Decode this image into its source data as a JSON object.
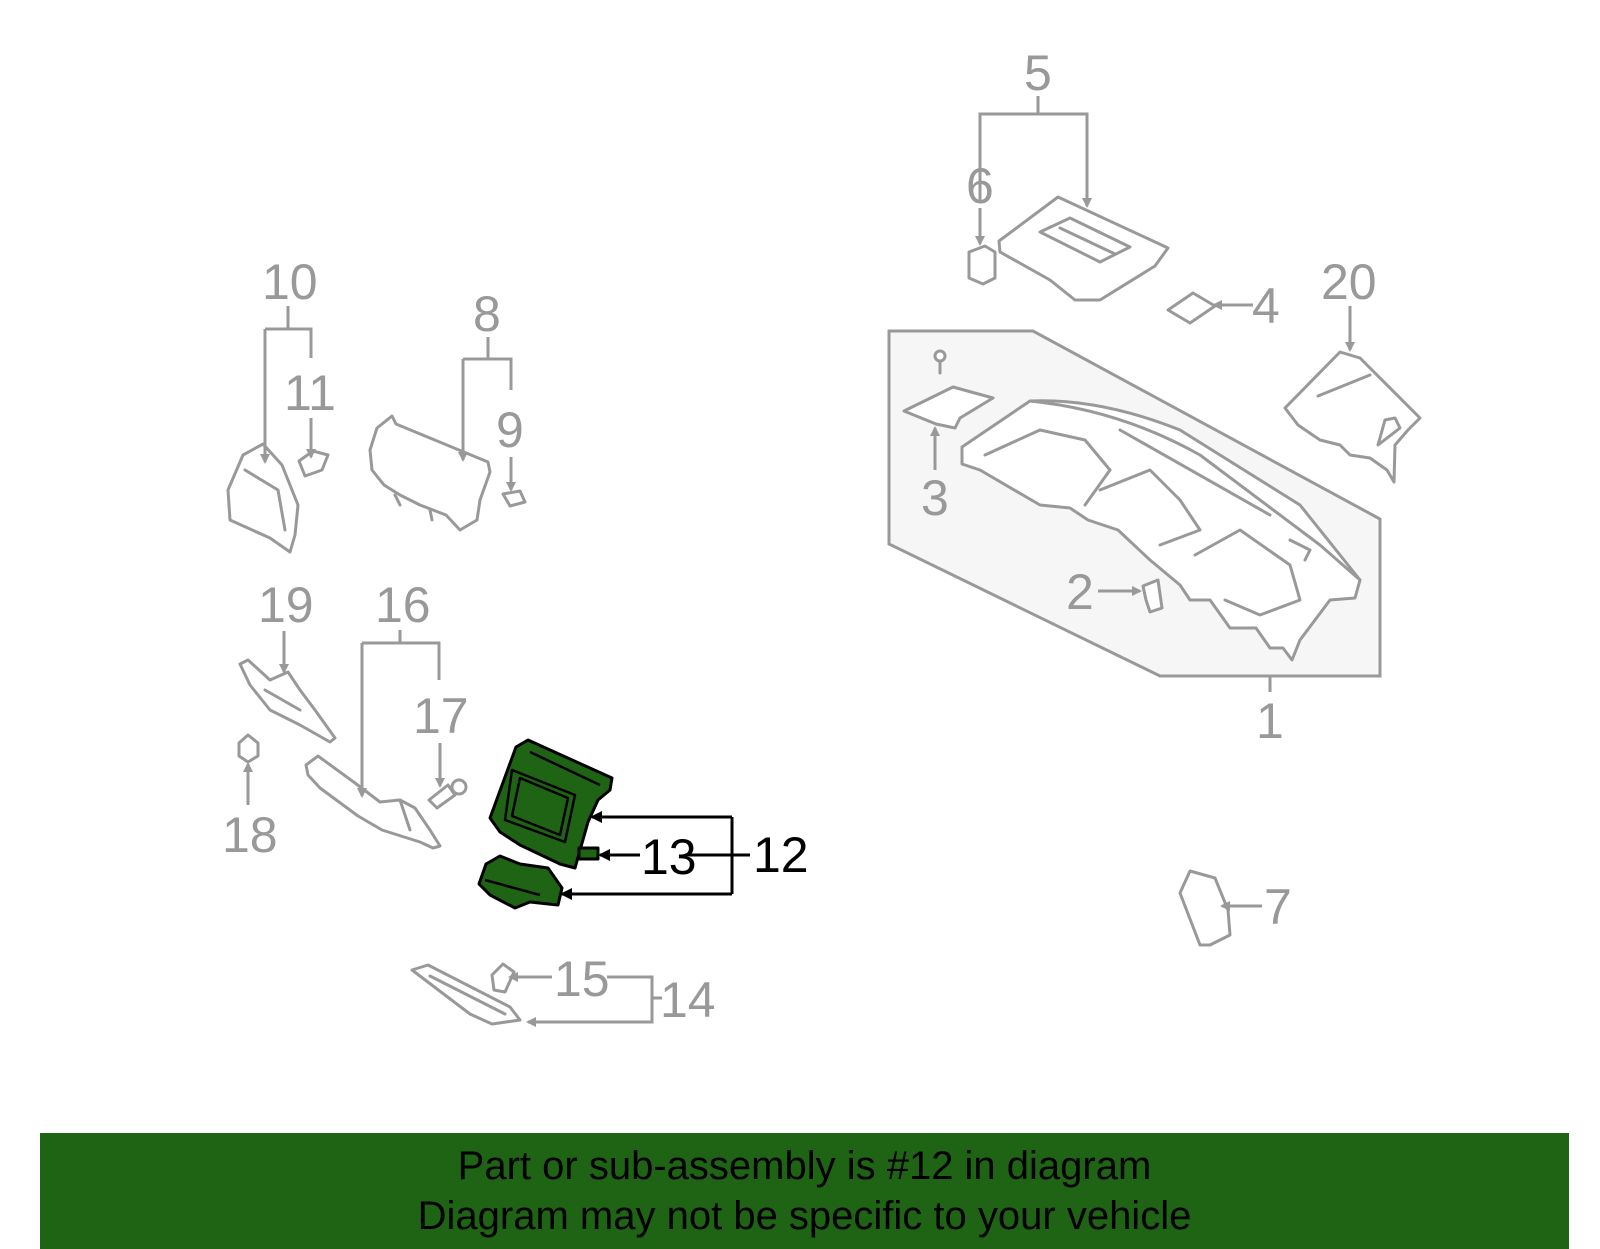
{
  "callouts": {
    "c1": "1",
    "c2": "2",
    "c3": "3",
    "c4": "4",
    "c5": "5",
    "c6": "6",
    "c7": "7",
    "c8": "8",
    "c9": "9",
    "c10": "10",
    "c11": "11",
    "c12": "12",
    "c13": "13",
    "c14": "14",
    "c15": "15",
    "c16": "16",
    "c17": "17",
    "c18": "18",
    "c19": "19",
    "c20": "20"
  },
  "highlighted_part": "12",
  "colors": {
    "banner": "#1e6414",
    "highlight_fill": "#1e6414",
    "line_gray": "#999999",
    "panel_fill": "#f6f6f6"
  },
  "banner": {
    "line1": "Part or sub-assembly is #12 in diagram",
    "line2": "Diagram may not be specific to your vehicle"
  }
}
